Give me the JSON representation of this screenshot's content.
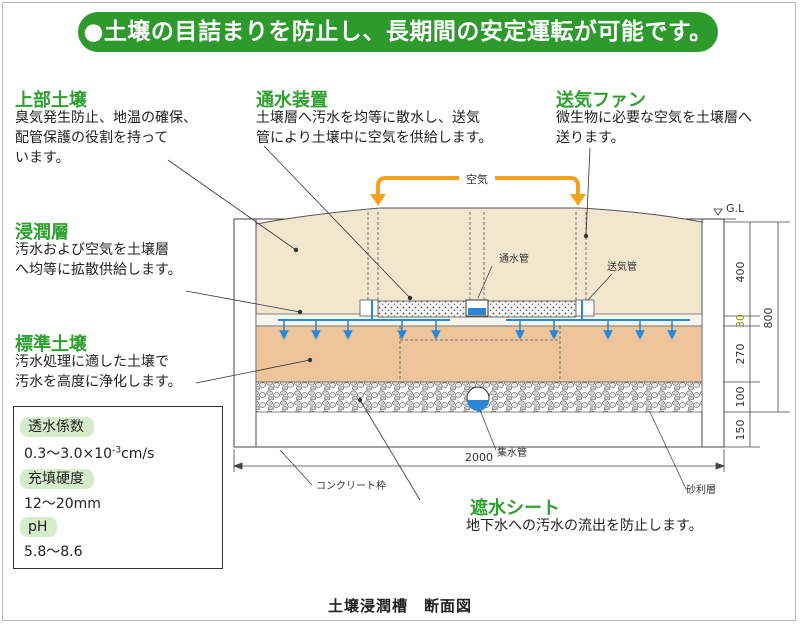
{
  "banner": "●土壌の目詰まりを防止し、長期間の安定運転が可能です。",
  "callouts": {
    "upper_soil": {
      "title": "上部土壌",
      "lines": [
        "臭気発生防止、地温の確保、",
        "配管保護の役割を持って",
        "います。"
      ]
    },
    "water_device": {
      "title": "通水装置",
      "lines": [
        "土壌層へ汚水を均等に散水し、送気",
        "管により土壌中に空気を供給します。"
      ]
    },
    "air_fan": {
      "title": "送気ファン",
      "lines": [
        "微生物に必要な空気を土壌層へ",
        "送ります。"
      ]
    },
    "infiltration": {
      "title": "浸潤層",
      "lines": [
        "汚水および空気を土壌層",
        "へ均等に拡散供給します。"
      ]
    },
    "standard_soil": {
      "title": "標準土壌",
      "lines": [
        "汚水処理に適した土壌で",
        "汚水を高度に浄化します。"
      ]
    },
    "waterproof_sheet": {
      "title": "遮水シート",
      "lines": [
        "地下水への汚水の流出を防止します。"
      ]
    }
  },
  "specs": [
    {
      "label": "透水係数",
      "value_main": "0.3～3.0×10",
      "value_sup": "-3",
      "value_unit": "cm/s"
    },
    {
      "label": "充填硬度",
      "value_main": "12～20mm",
      "value_sup": "",
      "value_unit": ""
    },
    {
      "label": "pH",
      "value_main": "5.8～8.6",
      "value_sup": "",
      "value_unit": ""
    }
  ],
  "diagram_labels": {
    "air": "空気",
    "gl": "G.L",
    "water_pipe": "通水管",
    "air_pipe": "送気管",
    "collection_pipe": "集水管",
    "concrete_frame": "コンクリート枠",
    "gravel_layer": "砂利層"
  },
  "dimensions": {
    "d400": "400",
    "d30": "30",
    "d270": "270",
    "d100": "100",
    "d150": "150",
    "d800": "800",
    "d2000": "2000"
  },
  "colors": {
    "banner": "#2e9a2e",
    "heading": "#2f9f2f",
    "upper_soil": "#f3e6cf",
    "standard_soil": "#eec49d",
    "water_arrows": "#2a86d6",
    "air_arrow": "#f2a21c",
    "dimension_value_30": "#9a8a00"
  },
  "caption": "土壌浸潤槽　断面図"
}
